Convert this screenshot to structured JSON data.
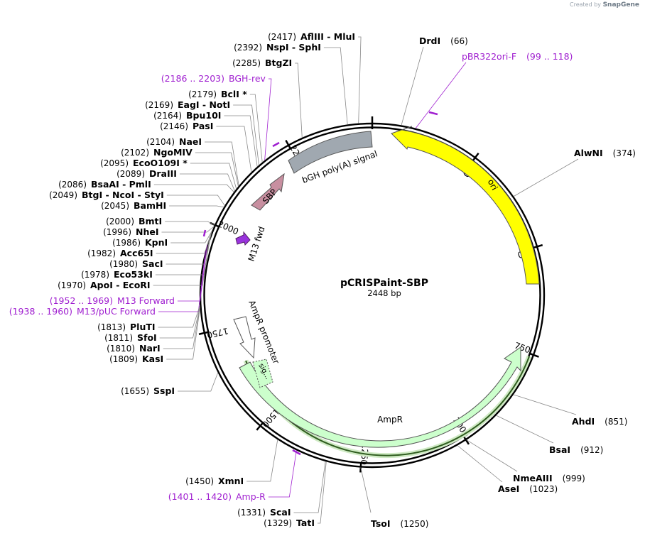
{
  "brand": {
    "prefix": "Created by",
    "name": "SnapGene"
  },
  "plasmid": {
    "name": "pCRISPaint-SBP",
    "size_label": "2448 bp"
  },
  "ticks": [
    "250",
    "500",
    "750",
    "1000",
    "1250",
    "1500",
    "1750",
    "2000",
    "2250"
  ],
  "features": [
    {
      "name": "ori",
      "color": "#ffff00"
    },
    {
      "name": "AmpR",
      "color": "#ccffcc"
    },
    {
      "name": "sig...",
      "color": "#ccffcc"
    },
    {
      "name": "AmpR promoter",
      "color": "#ffffff"
    },
    {
      "name": "M13 fwd",
      "color": "#9933dd"
    },
    {
      "name": "SBP",
      "color": "#c88fa0"
    },
    {
      "name": "bGH poly(A) signal",
      "color": "#a0a8b0"
    }
  ],
  "sites_left": [
    {
      "pos": "(2417)",
      "name": "AflIII  - MluI"
    },
    {
      "pos": "(2392)",
      "name": "NspI  - SphI"
    },
    {
      "pos": "(2285)",
      "name": "BtgZI"
    },
    {
      "pos": "(2186 .. 2203)",
      "name": "BGH-rev",
      "primer": true
    },
    {
      "pos": "(2179)",
      "name": "BclI *"
    },
    {
      "pos": "(2169)",
      "name": "EagI  - NotI"
    },
    {
      "pos": "(2164)",
      "name": "Bpu10I"
    },
    {
      "pos": "(2146)",
      "name": "PasI"
    },
    {
      "pos": "(2104)",
      "name": "NaeI"
    },
    {
      "pos": "(2102)",
      "name": "NgoMIV"
    },
    {
      "pos": "(2095)",
      "name": "EcoO109I *"
    },
    {
      "pos": "(2089)",
      "name": "DraIII"
    },
    {
      "pos": "(2086)",
      "name": "BsaAI  - PmlI"
    },
    {
      "pos": "(2049)",
      "name": "BtgI  - NcoI  - StyI"
    },
    {
      "pos": "(2045)",
      "name": "BamHI"
    },
    {
      "pos": "(2000)",
      "name": "BmtI"
    },
    {
      "pos": "(1996)",
      "name": "NheI"
    },
    {
      "pos": "(1986)",
      "name": "KpnI"
    },
    {
      "pos": "(1982)",
      "name": "Acc65I"
    },
    {
      "pos": "(1980)",
      "name": "SacI"
    },
    {
      "pos": "(1978)",
      "name": "Eco53kI"
    },
    {
      "pos": "(1970)",
      "name": "ApoI  - EcoRI"
    },
    {
      "pos": "(1952 .. 1969)",
      "name": "M13 Forward",
      "primer": true
    },
    {
      "pos": "(1938 .. 1960)",
      "name": "M13/pUC Forward",
      "primer": true
    },
    {
      "pos": "(1813)",
      "name": "PluTI"
    },
    {
      "pos": "(1811)",
      "name": "SfoI"
    },
    {
      "pos": "(1810)",
      "name": "NarI"
    },
    {
      "pos": "(1809)",
      "name": "KasI"
    },
    {
      "pos": "(1655)",
      "name": "SspI"
    },
    {
      "pos": "(1450)",
      "name": "XmnI"
    },
    {
      "pos": "(1401 .. 1420)",
      "name": "Amp-R",
      "primer": true
    },
    {
      "pos": "(1331)",
      "name": "ScaI"
    },
    {
      "pos": "(1329)",
      "name": "TatI"
    }
  ],
  "sites_right": [
    {
      "pos": "(66)",
      "name": "DrdI"
    },
    {
      "pos": "(99 .. 118)",
      "name": "pBR322ori-F",
      "primer": true
    },
    {
      "pos": "(374)",
      "name": "AlwNI"
    },
    {
      "pos": "(851)",
      "name": "AhdI"
    },
    {
      "pos": "(912)",
      "name": "BsaI"
    },
    {
      "pos": "(999)",
      "name": "NmeAIII"
    },
    {
      "pos": "(1023)",
      "name": "AseI"
    },
    {
      "pos": "(1250)",
      "name": "TsoI"
    }
  ]
}
